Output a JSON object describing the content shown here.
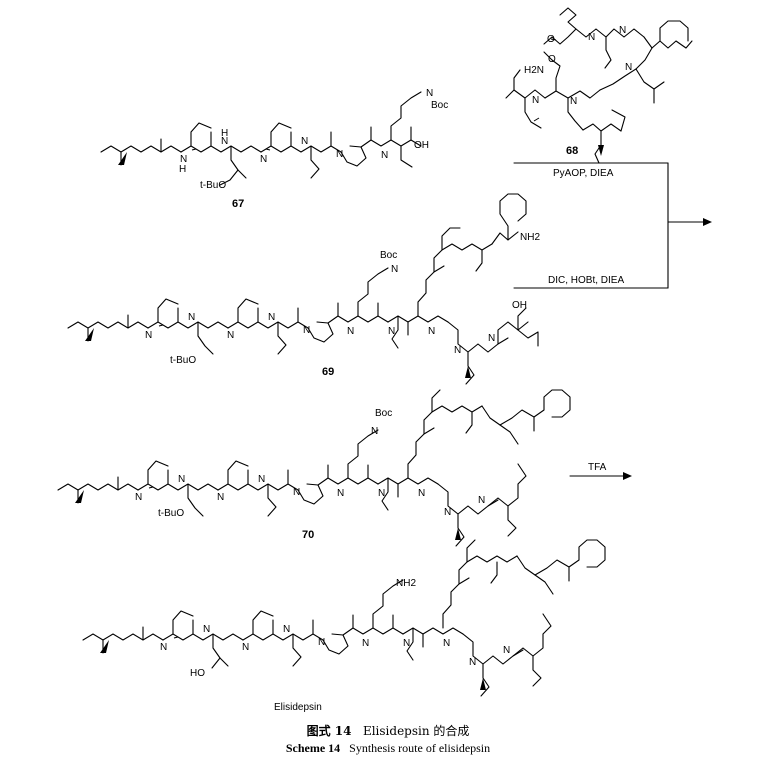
{
  "compounds": {
    "c67": "67",
    "c68": "68",
    "c69": "69",
    "c70": "70",
    "final": "Elisidepsin"
  },
  "reagents": {
    "step1": "PyAOP, DIEA",
    "step2": "DIC, HOBt, DIEA",
    "step3": "TFA"
  },
  "atom_labels": {
    "boc": "Boc",
    "nh": "N",
    "h": "H",
    "oh": "OH",
    "otbu": "t-BuO",
    "o": "O",
    "nh2": "NH2",
    "ho": "HO",
    "n": "N",
    "h2n": "H2N"
  },
  "caption": {
    "cn_label": "图式 14",
    "cn_text": "Elisidepsin 的合成",
    "en_label": "Scheme 14",
    "en_text": "Synthesis route of elisidepsin"
  }
}
